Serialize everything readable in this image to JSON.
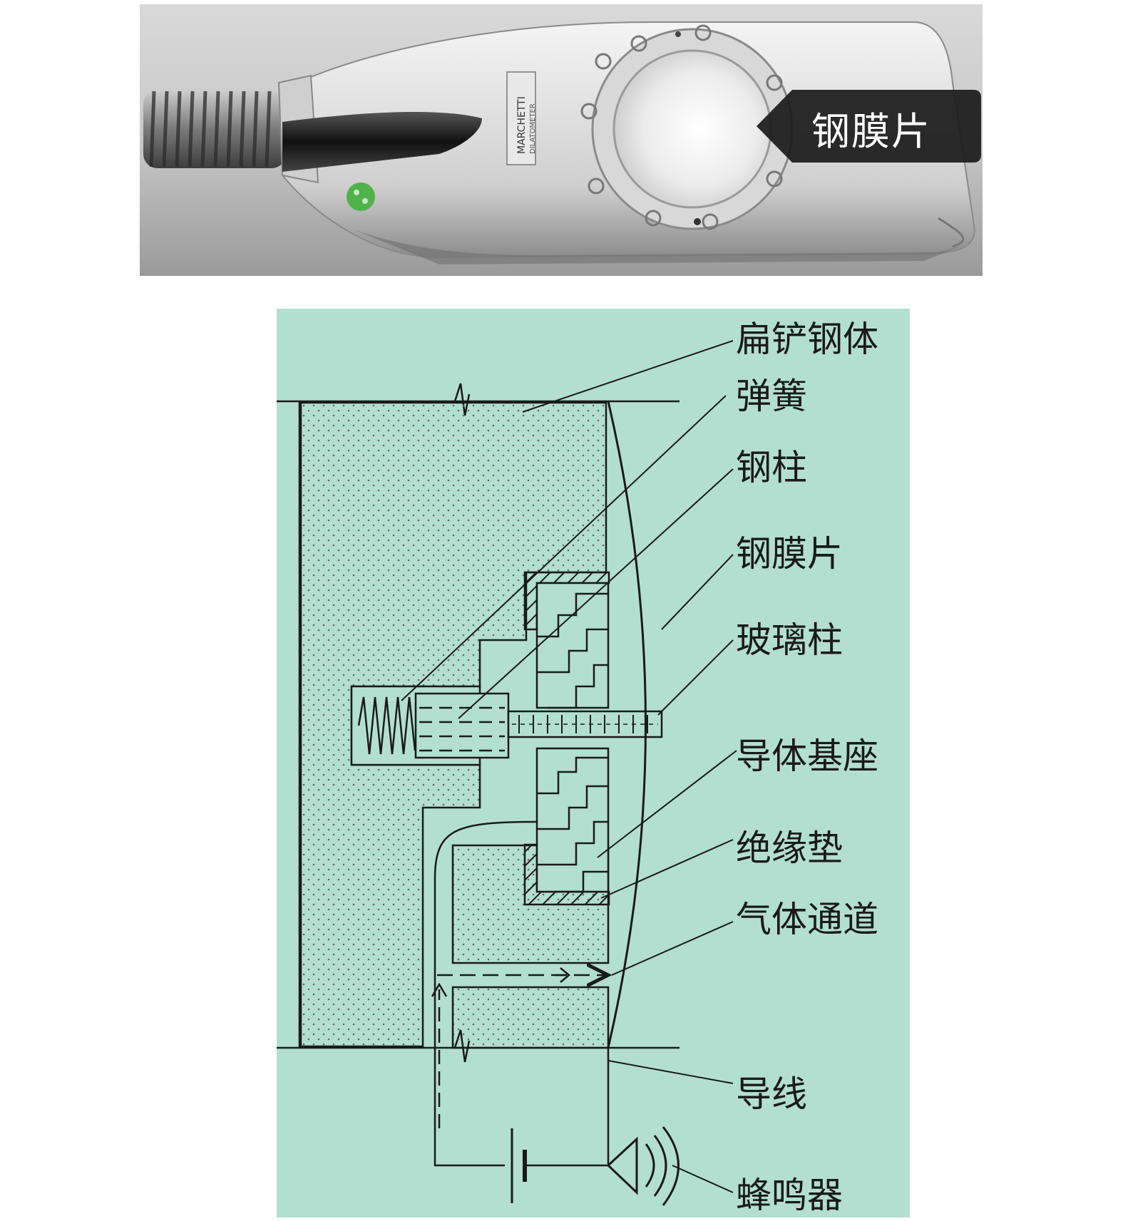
{
  "photo": {
    "callout_label": "钢膜片",
    "device_brand_text": "MARCHETTI",
    "device_model_text": "DILATOMETER"
  },
  "diagram": {
    "labels": {
      "flat_shovel_body": "扁铲钢体",
      "spring": "弹簧",
      "steel_column": "钢柱",
      "steel_membrane": "钢膜片",
      "glass_column": "玻璃柱",
      "conductor_base": "导体基座",
      "insulation_pad": "绝缘垫",
      "gas_channel": "气体通道",
      "wire": "导线",
      "buzzer": "蜂鸣器"
    },
    "colors": {
      "background": "#b3dfd0",
      "line": "#1a1a1a",
      "dots": "#666666"
    }
  }
}
